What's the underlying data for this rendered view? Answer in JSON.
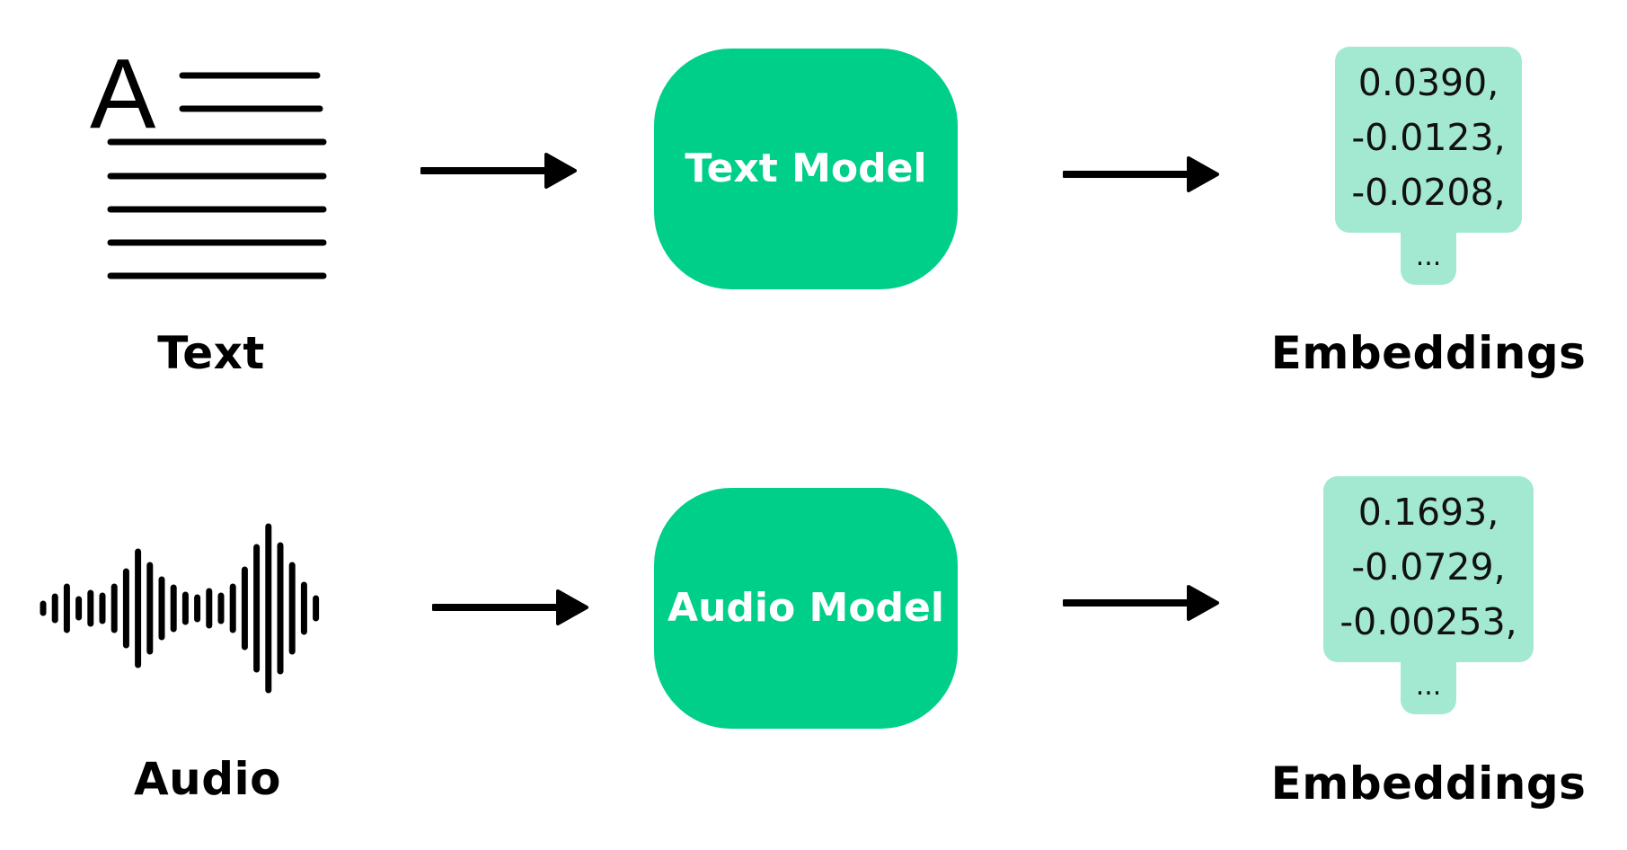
{
  "colors": {
    "model_fill": "#00cf8a",
    "model_text": "#ffffff",
    "embedding_fill": "#a3e9d2",
    "ink": "#000000"
  },
  "rows": [
    {
      "input": {
        "label": "Text",
        "icon": "text-document-icon",
        "glyph": "A"
      },
      "model": {
        "label": "Text Model"
      },
      "embedding": {
        "values": [
          "0.0390,",
          "-0.0123,",
          "-0.0208,"
        ],
        "more": "...",
        "label": "Embeddings"
      }
    },
    {
      "input": {
        "label": "Audio",
        "icon": "audio-waveform-icon"
      },
      "model": {
        "label": "Audio Model"
      },
      "embedding": {
        "values": [
          "0.1693,",
          "-0.0729,",
          "-0.00253,"
        ],
        "more": "...",
        "label": "Embeddings"
      }
    }
  ]
}
